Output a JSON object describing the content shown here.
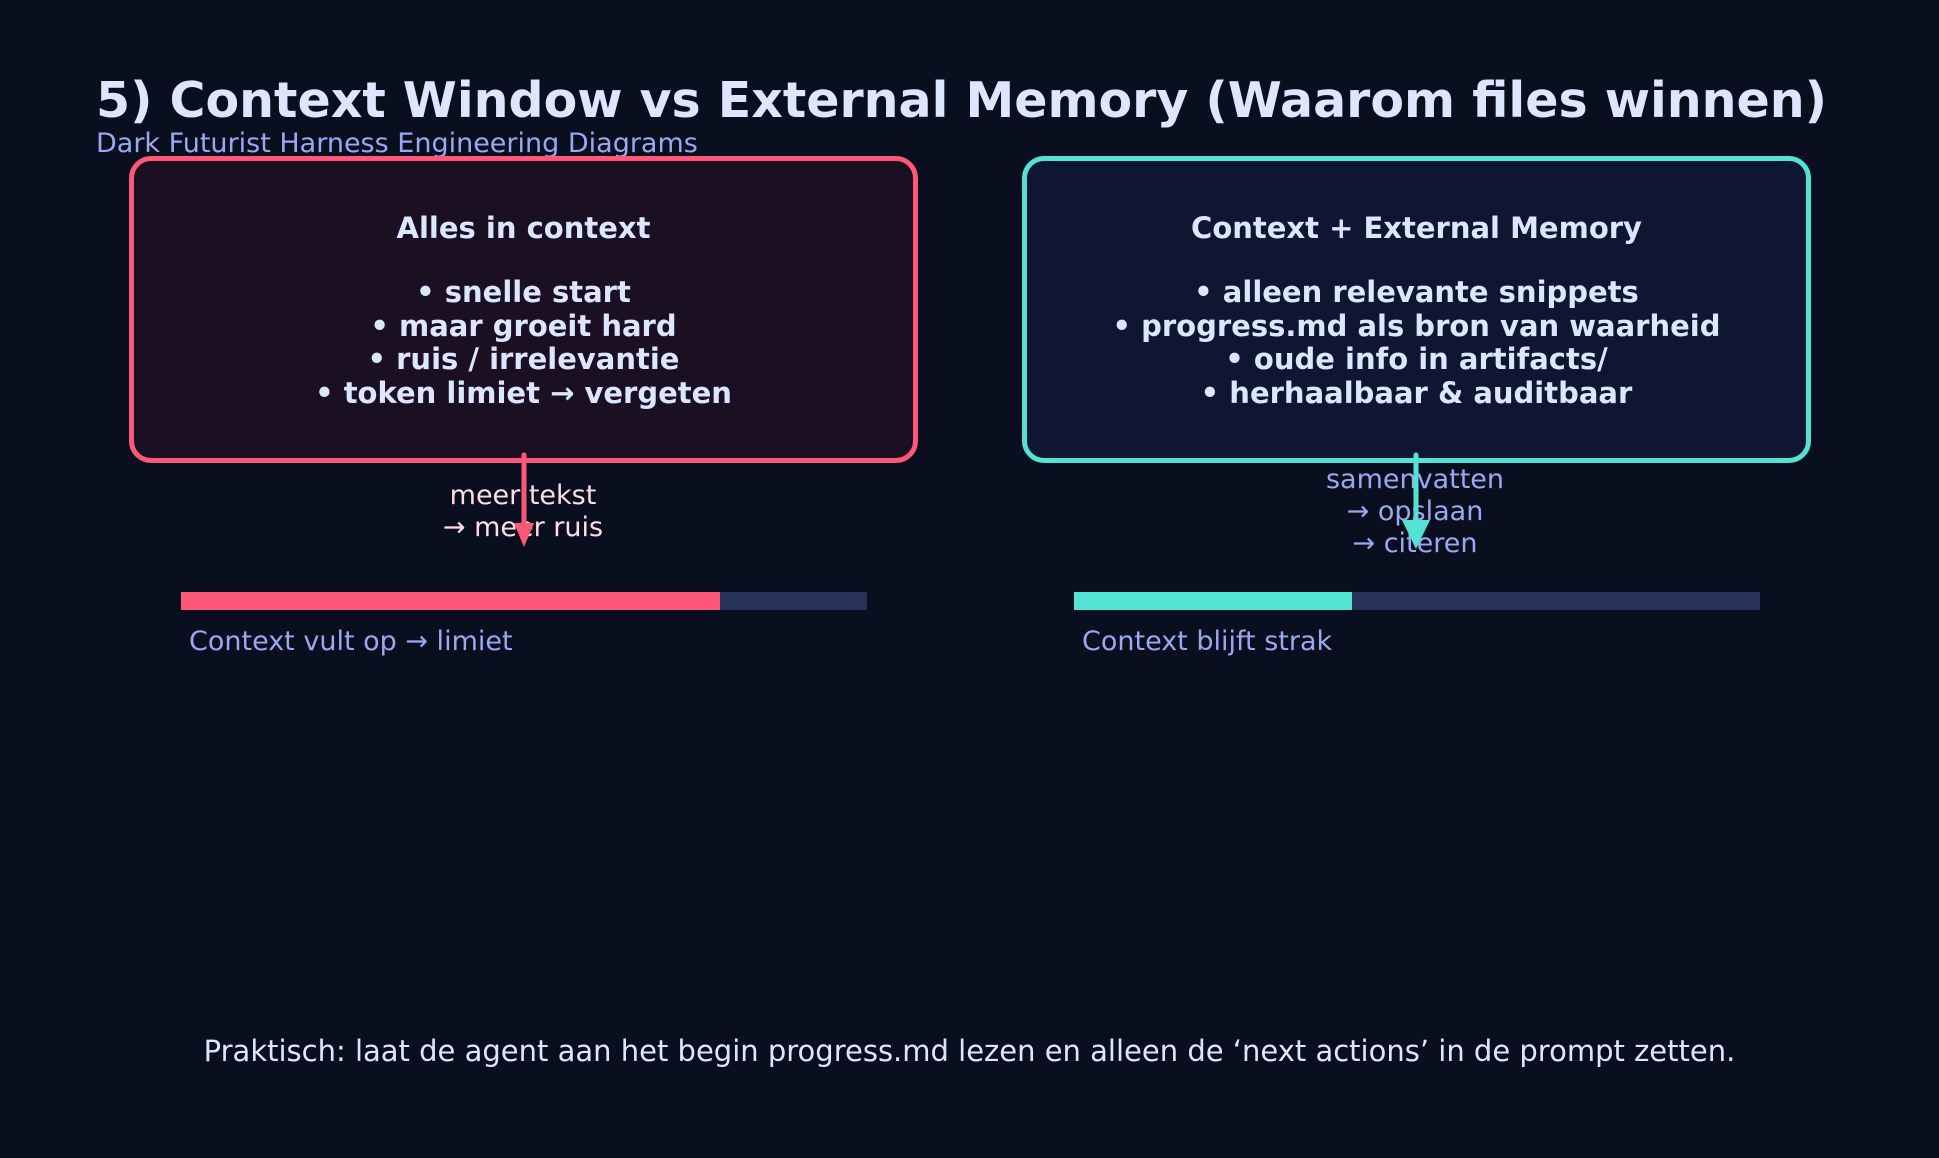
{
  "header": {
    "title": "5) Context Window vs External Memory (Waarom files winnen)",
    "subtitle": "Dark Futurist Harness Engineering Diagrams"
  },
  "colors": {
    "background": "#0a0f1f",
    "left_accent": "#ff5778",
    "right_accent": "#52e3d3",
    "text": "#dce6ff",
    "muted_text": "#9aa8f0",
    "track": "#283259"
  },
  "left_panel": {
    "title": "Alles in context",
    "items": [
      "• snelle start",
      "• maar groeit hard",
      "• ruis / irrelevantie",
      "• token limiet → vergeten"
    ],
    "arrow_note": [
      "meer tekst",
      "→ meer ruis"
    ],
    "bar_fill_fraction": 0.785,
    "bar_caption": "Context vult op → limiet"
  },
  "right_panel": {
    "title": "Context + External Memory",
    "items": [
      "• alleen relevante snippets",
      "• progress.md als bron van waarheid",
      "• oude info in artifacts/",
      "• herhaalbaar & auditbaar"
    ],
    "arrow_note": [
      "samenvatten",
      "→ opslaan",
      "→ citeren"
    ],
    "bar_fill_fraction": 0.405,
    "bar_caption": "Context blijft strak"
  },
  "footer": {
    "text": "Praktisch: laat de agent aan het begin progress.md lezen en alleen de ‘next actions’ in de prompt zetten."
  }
}
